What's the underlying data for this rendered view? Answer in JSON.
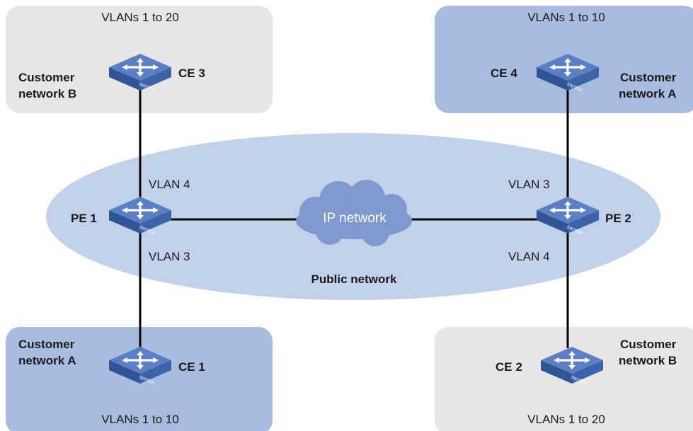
{
  "sites": {
    "top_left": {
      "vlans": "VLANs 1 to 20",
      "name_line1": "Customer",
      "name_line2": "network B",
      "ce": "CE 3"
    },
    "top_right": {
      "vlans": "VLANs 1 to 10",
      "name_line1": "Customer",
      "name_line2": "network A",
      "ce": "CE 4"
    },
    "bottom_left": {
      "vlans": "VLANs 1 to 10",
      "name_line1": "Customer",
      "name_line2": "network A",
      "ce": "CE 1"
    },
    "bottom_right": {
      "vlans": "VLANs 1 to 20",
      "name_line1": "Customer",
      "name_line2": "network B",
      "ce": "CE 2"
    }
  },
  "public": {
    "label": "Public network",
    "cloud": "IP network",
    "pe1": {
      "name": "PE 1",
      "vlan_up": "VLAN 4",
      "vlan_down": "VLAN 3"
    },
    "pe2": {
      "name": "PE 2",
      "vlan_up": "VLAN 3",
      "vlan_down": "VLAN 4"
    }
  },
  "switch_label": "SWITCH",
  "colors": {
    "site_gray": "#e8e6e4",
    "site_blue": "#a8bcdf",
    "public_ellipse": "#c2d1ea",
    "cloud": "#7e99cf",
    "switch_top": "#5b7fc4",
    "switch_side": "#2f5597",
    "link": "#000000"
  }
}
